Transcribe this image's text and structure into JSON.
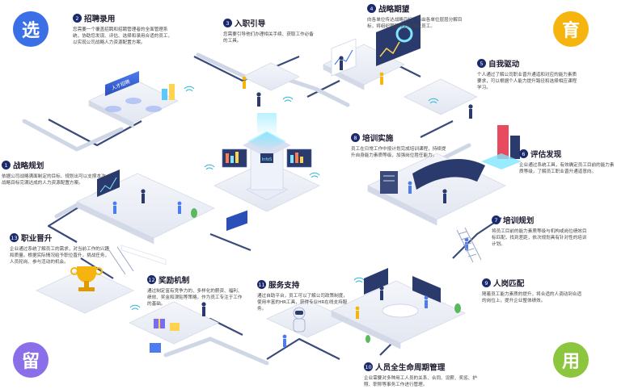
{
  "corners": {
    "top_left": {
      "label": "选",
      "color": "#3b6fe6"
    },
    "top_right": {
      "label": "育",
      "color": "#f5b50e"
    },
    "bottom_left": {
      "label": "留",
      "color": "#8a6fe8"
    },
    "bottom_right": {
      "label": "用",
      "color": "#8cc63f"
    }
  },
  "steps": [
    {
      "id": "s1",
      "num": "1",
      "title": "战略规划",
      "desc": "依据公司战略满面制定的目标、规划出可以支撑本次战略目标完满达成的人力资源配置方案。"
    },
    {
      "id": "s2",
      "num": "2",
      "title": "招聘录用",
      "desc": "您需要一个覆盖招聘和招聘管理者的全面管理系统，协助您发现、评估、选择和录用合适的员工，以实现公司战略人力资源配置方案。"
    },
    {
      "id": "s3",
      "num": "3",
      "title": "入职引导",
      "desc": "您需要引导他们办理相关手续、获取工作必备的工具。"
    },
    {
      "id": "s4",
      "num": "4",
      "title": "战略期望",
      "desc": "向各单位传达战略目标，再由各单位层层分解目标，将组织期望传达给每位员工。"
    },
    {
      "id": "s5",
      "num": "5",
      "title": "自我驱动",
      "desc": "个人通过了解公司职业晋升通道和对应的能力素质要求，可以根据个人能力提升路径和选择相应课程学习。"
    },
    {
      "id": "s6",
      "num": "6",
      "title": "评估发现",
      "desc": "企业通过系统工具，有效确定员工目前的能力素质等级，了解员工职业晋升通道意向。"
    },
    {
      "id": "s7",
      "num": "7",
      "title": "培训规划",
      "desc": "将员工目前的能力素质等级与机构或岗位绩效目标匹配，找到差距，依次规划具有针对性的培训计划。"
    },
    {
      "id": "s8",
      "num": "8",
      "title": "培训实施",
      "desc": "员工在日常工作中按计划完成培训课程，持续提升自身能力素质等级，加强岗位胜任能力。"
    },
    {
      "id": "s9",
      "num": "9",
      "title": "人岗匹配",
      "desc": "随着员工能力素质的提升，将合适的人调动到合适的岗位上，提升企业整体绩效。"
    },
    {
      "id": "s10",
      "num": "10",
      "title": "人员全生命周期管理",
      "desc": "企业需要对多种用工人员的关系、合同、设薪、奖惩、护照、职称等事务工作进行管理。"
    },
    {
      "id": "s11",
      "num": "11",
      "title": "服务支持",
      "desc": "通过自助平台，员工可以了解公司政策制度，使用丰富的HR工具，获得专业HR在线支持服务。"
    },
    {
      "id": "s12",
      "num": "12",
      "title": "奖励机制",
      "desc": "通过制定富有竞争力的、多样化的薪资、福利、绩效、奖金和津贴等策略，作为员工专注于工作的基础。"
    },
    {
      "id": "s13",
      "num": "13",
      "title": "职业晋升",
      "desc": "企业通过系统了解员工的需求，对当前工作的兴趣和质量。根据实际情况给予职位晋升，挑战任务，人员轮岗、参与活动的机会。"
    }
  ],
  "scene": {
    "banner_sign": "人才招聘",
    "hub_sign": "InfoS"
  }
}
